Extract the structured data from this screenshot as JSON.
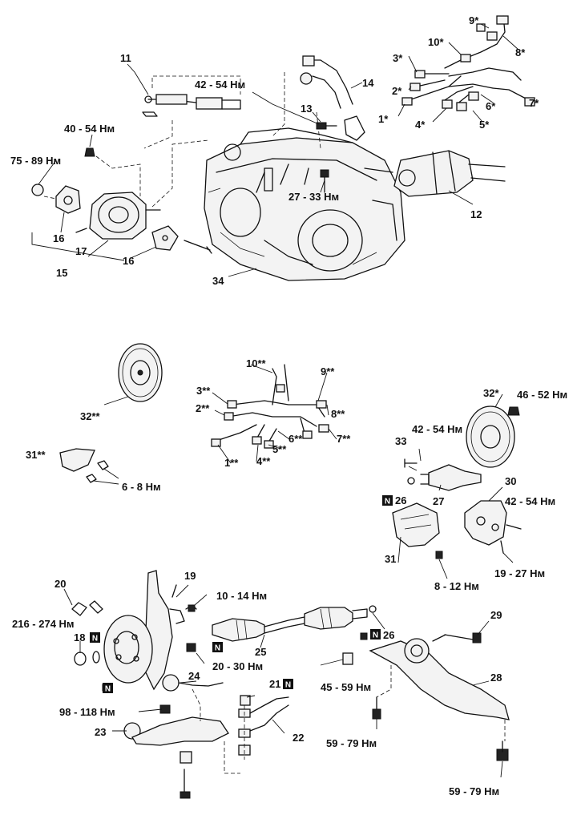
{
  "torques": {
    "t_42_54_top": "42 - 54 Нм",
    "t_40_54": "40 - 54 Нм",
    "t_75_89": "75 - 89 Нм",
    "t_27_33": "27 - 33 Нм",
    "t_46_52": "46 - 52 Нм",
    "t_42_54_mid": "42 - 54 Нм",
    "t_42_54_right": "42 - 54 Нм",
    "t_6_8": "6 - 8 Нм",
    "t_8_12": "8 - 12 Нм",
    "t_19_27": "19 - 27 Нм",
    "t_10_14": "10 - 14 Нм",
    "t_216_274": "216 - 274 Нм",
    "t_20_30": "20 - 30 Нм",
    "t_45_59": "45 - 59 Нм",
    "t_98_118": "98 - 118 Нм",
    "t_59_79_left": "59 - 79 Нм",
    "t_59_79_right": "59 - 79 Нм"
  },
  "labels": {
    "p11": "11",
    "p13": "13",
    "p14": "14",
    "p12": "12",
    "p15": "15",
    "p16a": "16",
    "p16b": "16",
    "p17": "17",
    "p34": "34",
    "p9s": "9*",
    "p10s": "10*",
    "p8s": "8*",
    "p3s": "3*",
    "p2s": "2*",
    "p1s": "1*",
    "p4s": "4*",
    "p5s": "5*",
    "p6s": "6*",
    "p7s": "7*",
    "p32ss": "32**",
    "p31ss": "31**",
    "p10ss": "10**",
    "p9ss": "9**",
    "p3ss": "3**",
    "p2ss": "2**",
    "p8ss": "8**",
    "p6ss": "6**",
    "p7ss": "7**",
    "p5ss": "5**",
    "p1ss": "1**",
    "p4ss": "4**",
    "p32s": "32*",
    "p33": "33",
    "p26a": "26",
    "p27": "27",
    "p30": "30",
    "p31": "31",
    "p20": "20",
    "p19": "19",
    "p18": "18",
    "p25": "25",
    "p26b": "26",
    "p29": "29",
    "p24": "24",
    "p21": "21",
    "p28": "28",
    "p23": "23",
    "p22": "22"
  },
  "marker": "N"
}
